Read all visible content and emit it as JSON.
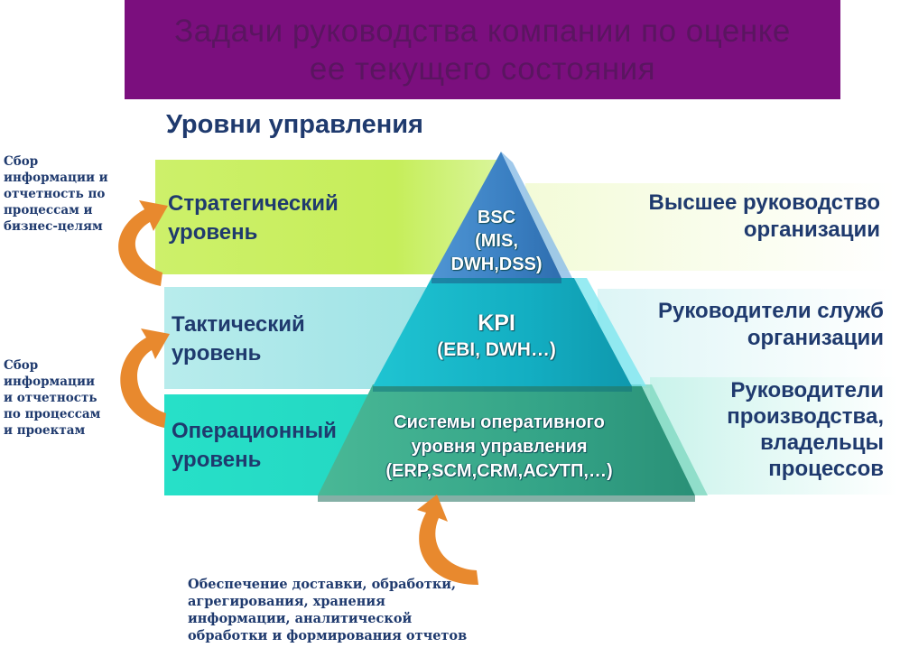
{
  "title": {
    "line1": "Задачи руководства компании по оценке",
    "line2": "ее текущего состояния"
  },
  "subtitle": "Уровни управления",
  "levels": [
    {
      "name_line1": "Стратегический",
      "name_line2": "уровень",
      "pyramid_lines": [
        "BSC",
        "(MIS,",
        "DWH,DSS)"
      ],
      "managers": [
        "Высшее руководство",
        "организации"
      ]
    },
    {
      "name_line1": "Тактический",
      "name_line2": "уровень",
      "pyramid_lines": [
        "KPI",
        "(EBI, DWH…)"
      ],
      "managers": [
        "Руководители служб",
        "организации"
      ]
    },
    {
      "name_line1": "Операционный",
      "name_line2": "уровень",
      "pyramid_lines": [
        "Системы оперативного",
        "уровня управления",
        "(ERP,SCM,CRM,АСУТП,…)"
      ],
      "managers": [
        "Руководители",
        "производства,",
        "владельцы",
        "процессов"
      ]
    }
  ],
  "side_notes": {
    "top": [
      "Сбор",
      "информации и",
      "отчетность по",
      "процессам и",
      "бизнес-целям"
    ],
    "middle": [
      "Сбор",
      "информации",
      "и отчетность",
      "по процессам",
      "и проектам"
    ],
    "bottom": [
      "Обеспечение доставки, обработки,",
      "агрегирования, хранения",
      "информации, аналитической",
      "обработки и формирования отчетов"
    ]
  },
  "colors": {
    "banner": "#7b0f7e",
    "title_text": "#5a1560",
    "text_dark_blue": "#1f3a6e",
    "strategic_band": "#c6ee5a",
    "tactical_band": "#a6e6e8",
    "operational_band": "#26dcc5",
    "pyramid_top": "#3f86c8",
    "pyramid_mid": "#18b6c9",
    "pyramid_bottom": "#3aa98a",
    "arrow": "#e8892e"
  },
  "icons": [
    "curved-arrow-icon"
  ]
}
